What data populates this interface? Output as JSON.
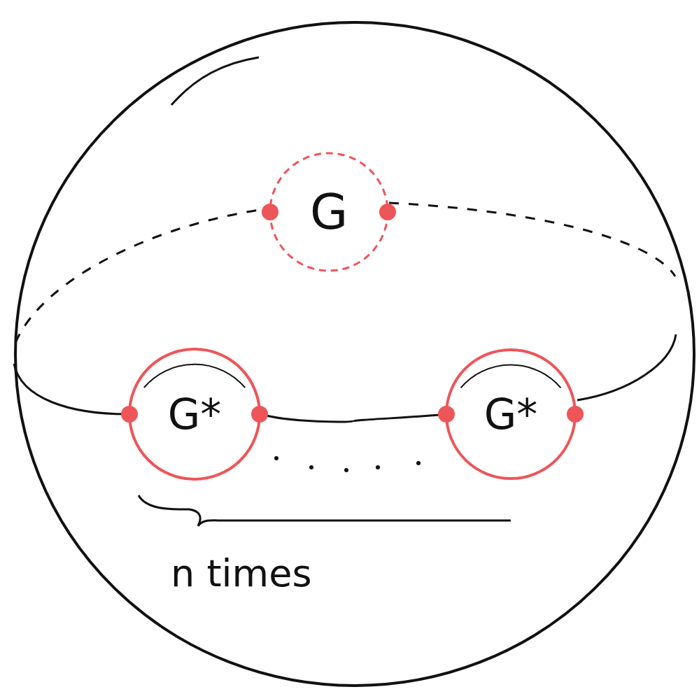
{
  "diagram": {
    "nodes": [
      {
        "text": [
          "G"
        ]
      },
      {
        "text": [
          "G*"
        ]
      },
      {
        "text": [
          "G*"
        ]
      }
    ],
    "edges": [
      {
        "from": 1,
        "to": 2,
        "arrow": "none"
      }
    ],
    "labels": [
      "n times"
    ]
  }
}
